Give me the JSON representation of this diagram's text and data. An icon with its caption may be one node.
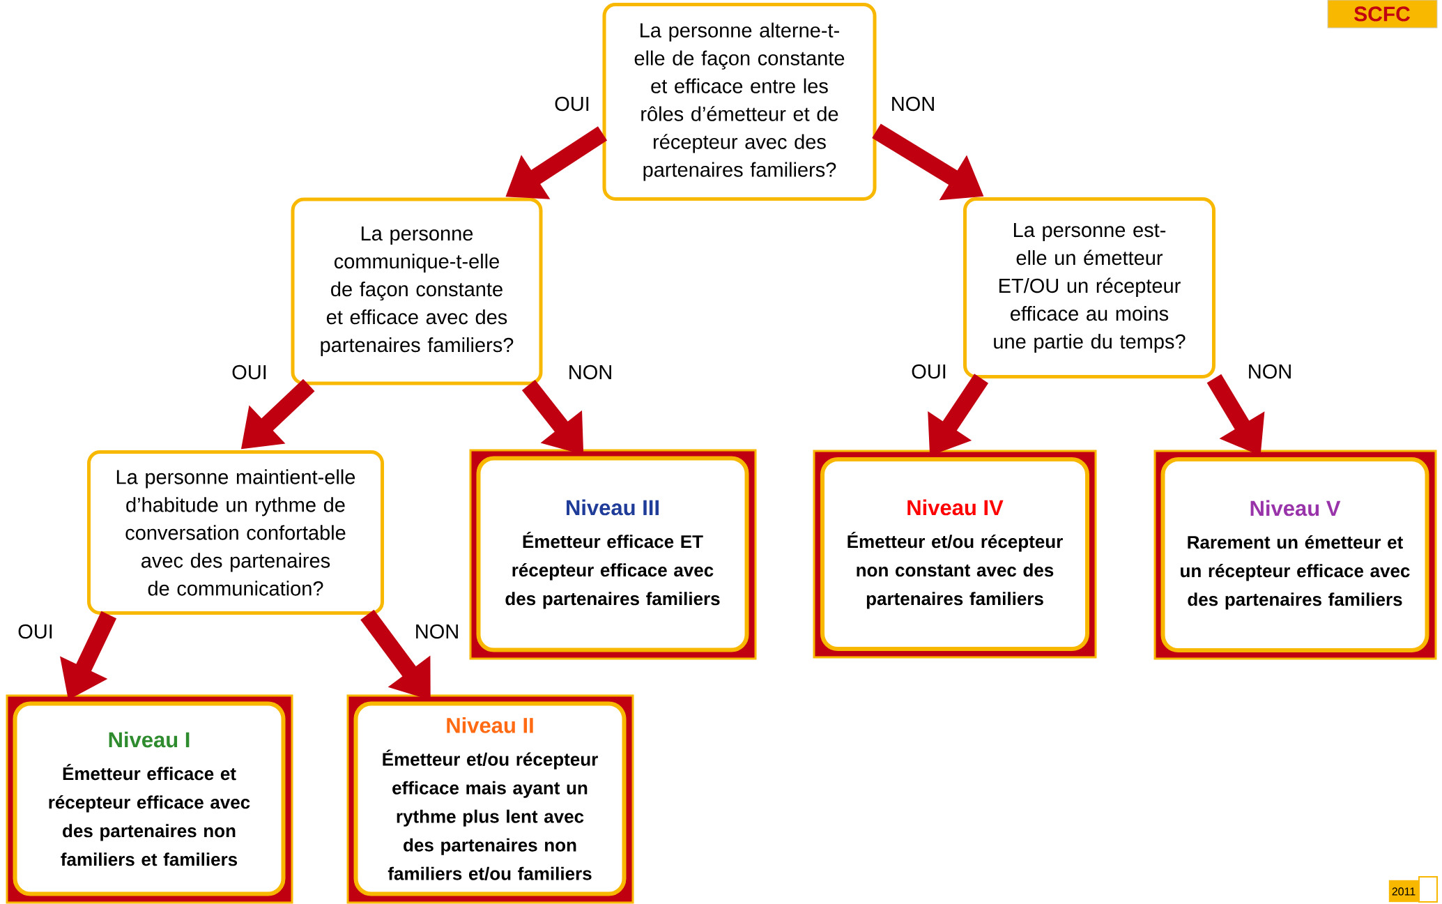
{
  "diagram": {
    "nodes": [
      {
        "text": [
          "La personne alterne-t-elle de façon constante et efficace entre les rôles d’émetteur et de récepteur avec des partenaires familiers?"
        ]
      },
      {
        "text": [
          "La personne communique-t-elle de façon constante et efficace avec des partenaires familiers?"
        ]
      },
      {
        "text": [
          "La personne est-elle un émetteur ET/OU un récepteur efficace au moins une partie du temps?"
        ]
      },
      {
        "text": [
          "La personne maintient-elle d’habitude un rythme de conversation confortable avec des partenaires de communication?"
        ]
      },
      {
        "text": [
          "Niveau III",
          "Émetteur efficace ET récepteur efficace avec des partenaires familiers"
        ]
      },
      {
        "text": [
          "Niveau IV",
          "Émetteur et/ou récepteur non constant avec des partenaires familiers"
        ]
      },
      {
        "text": [
          "Niveau V",
          "Rarement un émetteur et un récepteur efficace avec des partenaires familiers"
        ]
      },
      {
        "text": [
          "Niveau I",
          "Émetteur efficace et récepteur efficace avec des partenaires non familiers et familiers"
        ]
      },
      {
        "text": [
          "Niveau II",
          "Émetteur et/ou récepteur efficace mais ayant un rythme plus lent avec des partenaires non familiers et/ou familiers"
        ]
      }
    ],
    "edges": [
      {
        "from": 0,
        "to": 1,
        "arrow": "to",
        "label": "OUI"
      },
      {
        "from": 0,
        "to": 2,
        "arrow": "to",
        "label": "NON"
      },
      {
        "from": 1,
        "to": 3,
        "arrow": "to",
        "label": "OUI"
      },
      {
        "from": 1,
        "to": 4,
        "arrow": "to",
        "label": "NON"
      },
      {
        "from": 2,
        "to": 5,
        "arrow": "to",
        "label": "OUI"
      },
      {
        "from": 2,
        "to": 6,
        "arrow": "to",
        "label": "NON"
      },
      {
        "from": 3,
        "to": 7,
        "arrow": "to",
        "label": "OUI"
      },
      {
        "from": 3,
        "to": 8,
        "arrow": "to",
        "label": "NON"
      }
    ],
    "labels": [
      "SCFC",
      "2011"
    ]
  }
}
